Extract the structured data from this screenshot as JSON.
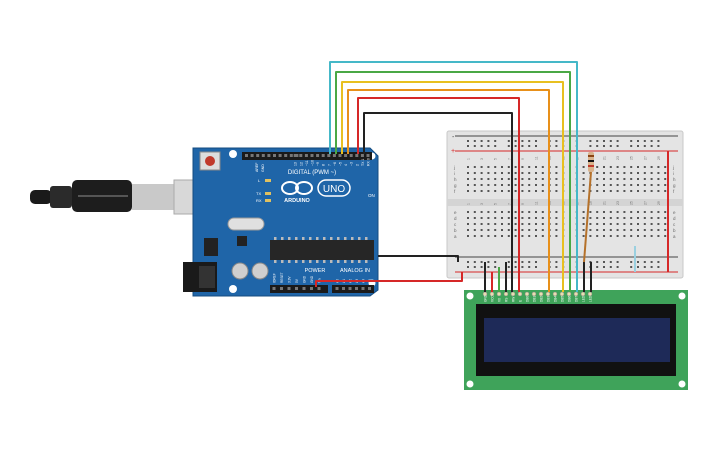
{
  "arduino": {
    "logo_label": "ARDUINO",
    "model": "UNO",
    "digital_header": "DIGITAL (PWM ~)",
    "power_label": "POWER",
    "analog_label": "ANALOG IN",
    "on_label": "ON",
    "led_labels": [
      "L",
      "TX",
      "RX"
    ],
    "aref_label": "AREF",
    "gnd_label": "GND",
    "digital_pins": [
      "13",
      "12",
      "~11",
      "~10",
      "~9",
      "8",
      "7",
      "~6",
      "~5",
      "4",
      "~3",
      "2",
      "TX 1",
      "RX 0"
    ],
    "power_pins": [
      "IOREF",
      "RESET",
      "3.3V",
      "5V",
      "GND",
      "GND",
      "Vin"
    ],
    "analog_pins": [
      "A0",
      "A1",
      "A2",
      "A3",
      "A4",
      "A5"
    ]
  },
  "breadboard": {
    "row_letters_top": [
      "j",
      "i",
      "h",
      "g",
      "f"
    ],
    "row_letters_bottom": [
      "e",
      "d",
      "c",
      "b",
      "a"
    ],
    "rail_plus": "+",
    "rail_minus": "-",
    "column_numbers": [
      "1",
      "3",
      "5",
      "7",
      "9",
      "11",
      "13",
      "15",
      "17",
      "19",
      "21",
      "23",
      "25",
      "27",
      "29"
    ]
  },
  "lcd": {
    "pin_labels": [
      "GND",
      "VCC",
      "V0",
      "RS",
      "RW",
      "E",
      "DB0",
      "DB1",
      "DB2",
      "DB3",
      "DB4",
      "DB5",
      "DB6",
      "DB7",
      "LED",
      "LED"
    ]
  },
  "colors": {
    "arduino_board": "#1f65a8",
    "breadboard": "#e4e4e4",
    "lcd_pcb": "#3fa35a",
    "lcd_screen": "#1e2a58",
    "wire_cyan": "#45b8c8",
    "wire_green": "#4aa845",
    "wire_yellow": "#e8c020",
    "wire_orange": "#e8901a",
    "wire_red": "#d62828",
    "wire_black": "#222222",
    "wire_brown": "#b5712a"
  }
}
